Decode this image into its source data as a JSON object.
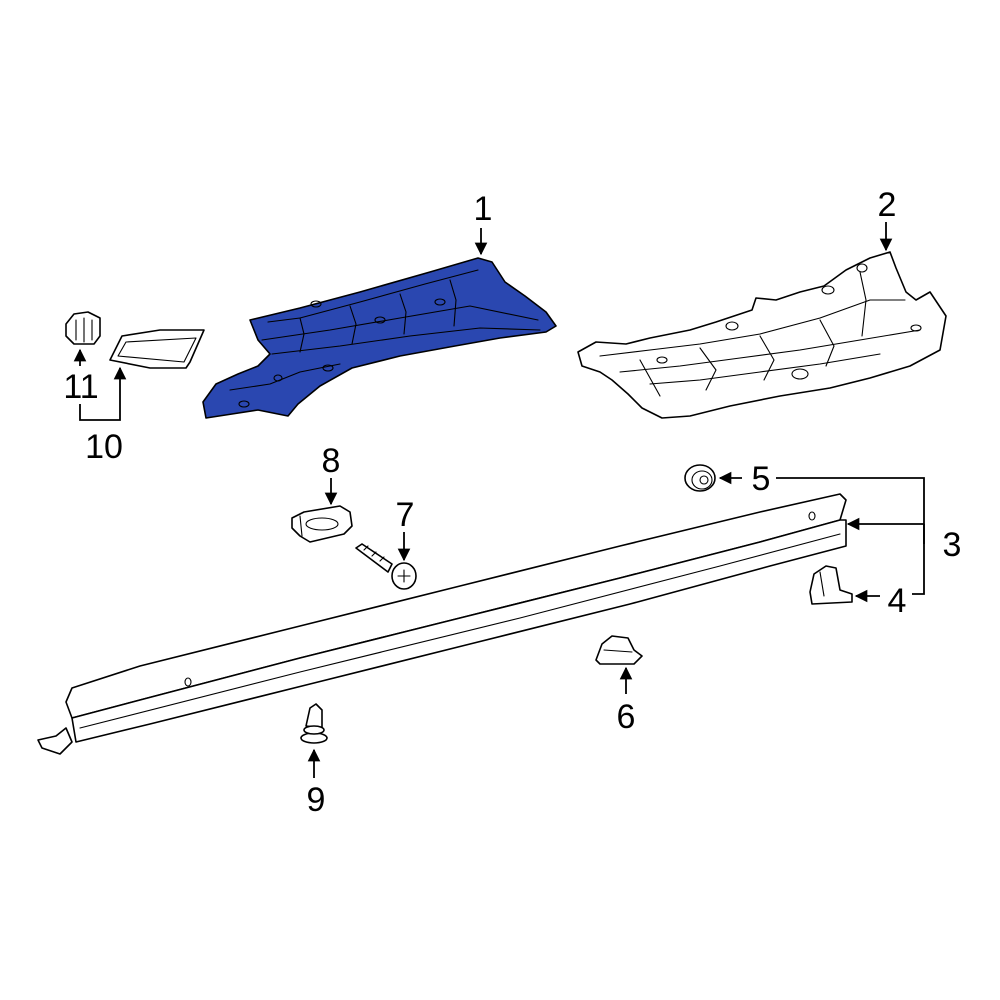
{
  "diagram": {
    "highlight_color": "#2a47b0",
    "part_fill": "#ffffff",
    "line_color": "#000000",
    "callouts": [
      "1",
      "2",
      "3",
      "4",
      "5",
      "6",
      "7",
      "8",
      "9",
      "10",
      "11"
    ]
  }
}
